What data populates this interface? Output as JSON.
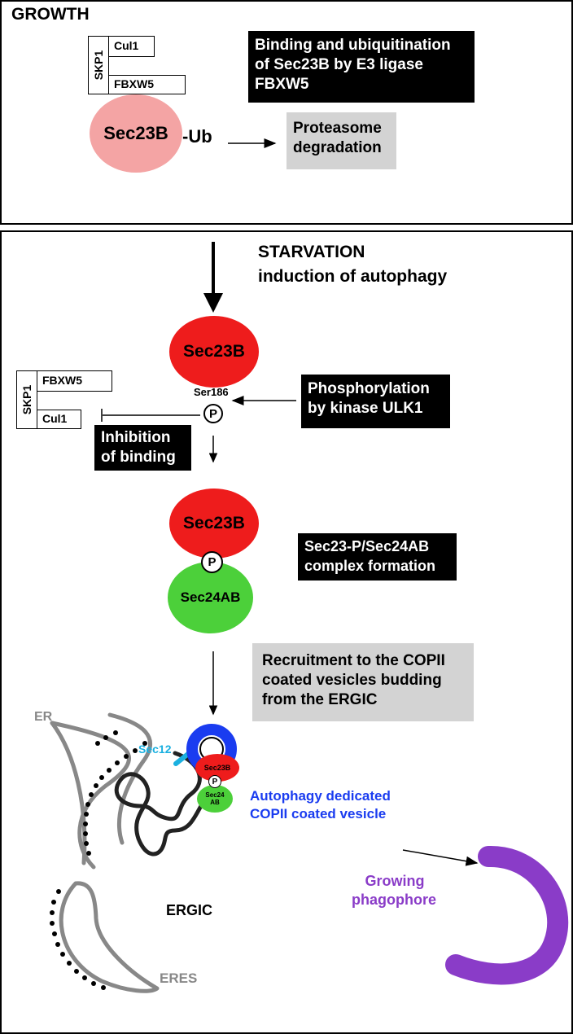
{
  "growth": {
    "title": "GROWTH",
    "skp1": "SKP1",
    "cul1": "Cul1",
    "fbxw5": "FBXW5",
    "sec23b": "Sec23B",
    "ub": "-Ub",
    "binding_box": "Binding and ubiquitination of Sec23B by E3 ligase FBXW5",
    "proteasome_box": "Proteasome degradation"
  },
  "starvation": {
    "title_line1": "STARVATION",
    "title_line2": "induction of autophagy",
    "sec23b": "Sec23B",
    "ser186": "Ser186",
    "p": "P",
    "skp1": "SKP1",
    "fbxw5": "FBXW5",
    "cul1": "Cul1",
    "phos_box": "Phosphorylation by kinase ULK1",
    "inhibition_box": "Inhibition of  binding",
    "complex_sec23b": "Sec23B",
    "complex_p": "P",
    "complex_sec24ab": "Sec24AB",
    "complex_box": "Sec23-P/Sec24AB complex formation",
    "recruit_box": "Recruitment to the COPII coated vesicles budding from the ERGIC",
    "er": "ER",
    "eres": "ERES",
    "ergic": "ERGIC",
    "sec12": "Sec12",
    "small_sec23b": "Sec23B",
    "small_p": "P",
    "small_sec24_line1": "Sec24",
    "small_sec24_line2": "AB",
    "vesicle_line1": "Autophagy dedicated",
    "vesicle_line2": "COPII coated vesicle",
    "phagophore_line1": "Growing",
    "phagophore_line2": "phagophore"
  },
  "colors": {
    "sec23b_growth": "#f4a4a4",
    "sec23b_red": "#ee1c1c",
    "sec24_green": "#4cd03a",
    "gray_box": "#d3d3d3",
    "er_gray": "#888888",
    "vesicle_blue": "#1a3cf0",
    "sec12_cyan": "#1ab0e0",
    "phagophore_purple": "#8a3cc8"
  }
}
